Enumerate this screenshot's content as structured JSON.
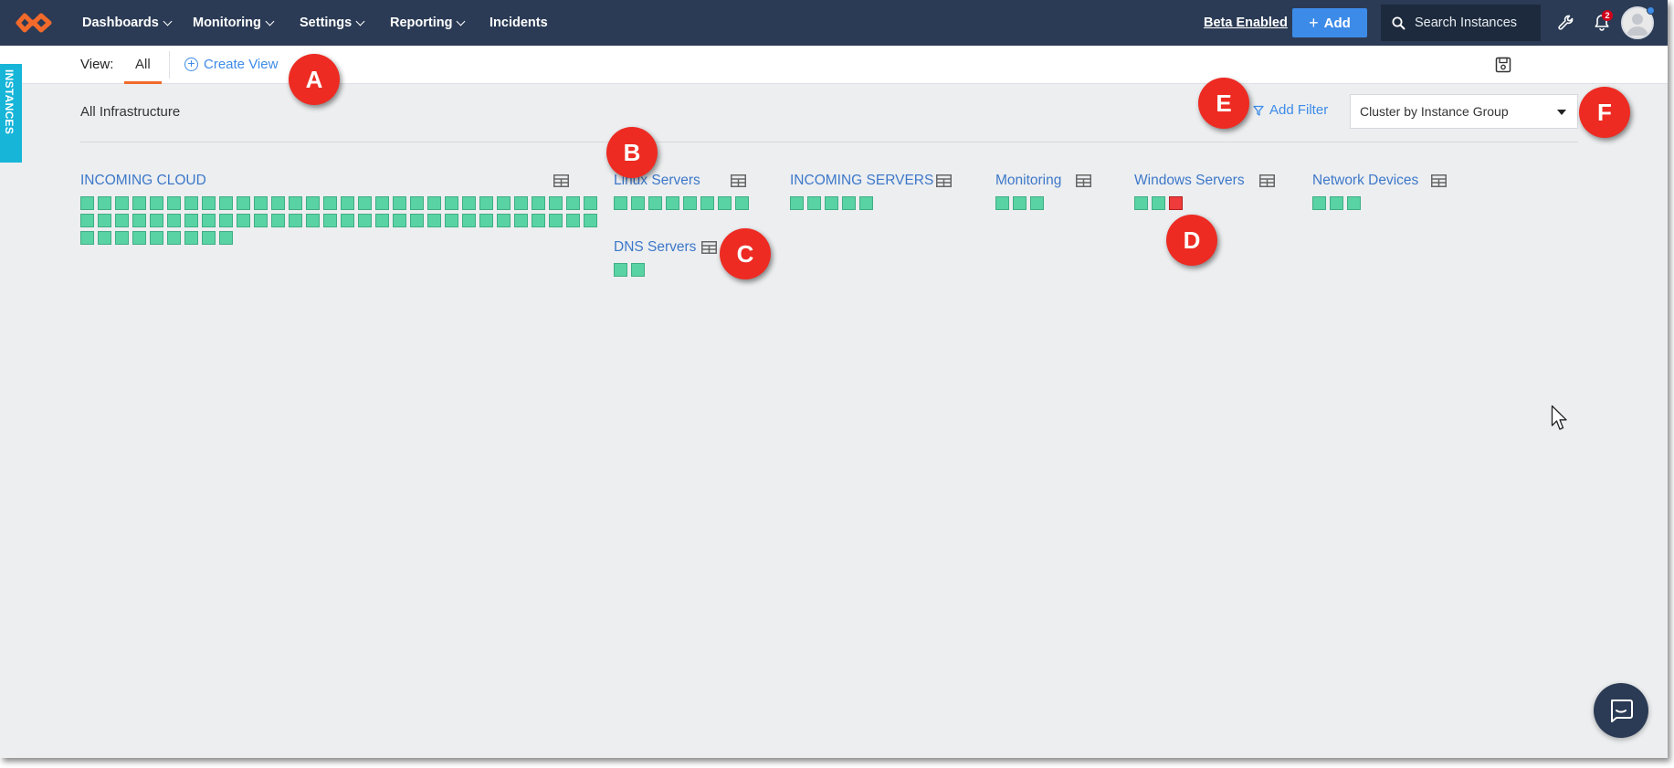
{
  "colors": {
    "navbar": "#2b3b55",
    "accent": "#3d8be8",
    "link": "#3d78c9",
    "status_ok": "#5ad3a4",
    "status_critical": "#ef3b3b",
    "tab_underline": "#f06a2a",
    "callout": "#ed2b22",
    "side_tab": "#17b5d8"
  },
  "navbar": {
    "logo": "morpheus-logo-icon",
    "menus": [
      {
        "label": "Dashboards",
        "has_dropdown": true
      },
      {
        "label": "Monitoring",
        "has_dropdown": true
      },
      {
        "label": "Settings",
        "has_dropdown": true
      },
      {
        "label": "Reporting",
        "has_dropdown": true
      },
      {
        "label": "Incidents",
        "has_dropdown": false
      }
    ],
    "beta_link": "Beta Enabled",
    "add_button": "Add",
    "search_placeholder": "Search Instances",
    "notification_count": "2"
  },
  "viewbar": {
    "label": "View:",
    "tabs": [
      {
        "label": "All",
        "active": true
      }
    ],
    "create_view": "Create View"
  },
  "side_tab": "INSTANCES",
  "content": {
    "title": "All Infrastructure",
    "add_filter": "Add Filter",
    "cluster_select": {
      "value": "Cluster by Instance Group"
    },
    "groups": [
      {
        "name": "INCOMING CLOUD",
        "ok": 69,
        "critical": 0
      },
      {
        "name": "Linux Servers",
        "ok": 8,
        "critical": 0
      },
      {
        "name": "DNS Servers",
        "ok": 2,
        "critical": 0
      },
      {
        "name": "INCOMING SERVERS",
        "ok": 5,
        "critical": 0
      },
      {
        "name": "Monitoring",
        "ok": 3,
        "critical": 0
      },
      {
        "name": "Windows Servers",
        "ok": 2,
        "critical": 1
      },
      {
        "name": "Network Devices",
        "ok": 3,
        "critical": 0
      }
    ]
  },
  "callouts": [
    "A",
    "B",
    "C",
    "D",
    "E",
    "F"
  ]
}
